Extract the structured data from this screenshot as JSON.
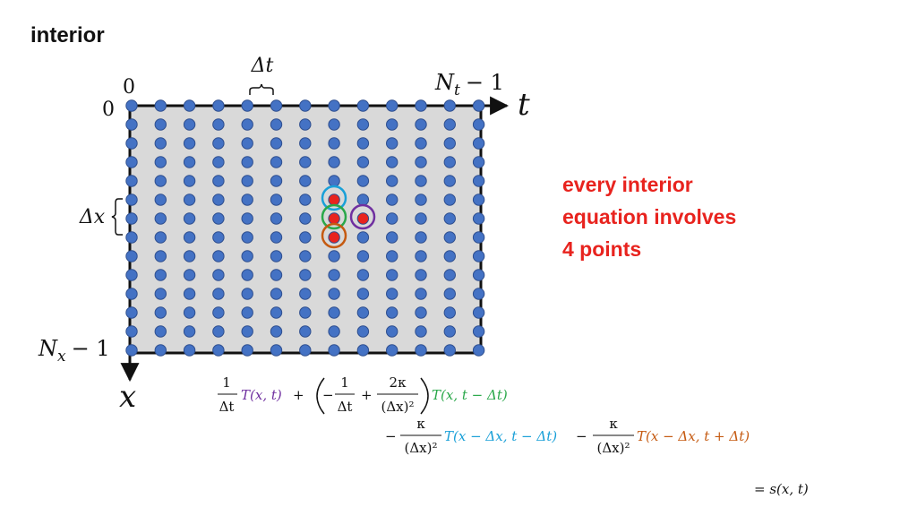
{
  "title": "interior",
  "note": {
    "line1": "every interior",
    "line2": "equation involves",
    "line3": "4 points"
  },
  "axes": {
    "t_label": "t",
    "x_label": "x",
    "origin_t": "0",
    "origin_x": "0",
    "dt": "Δt",
    "dx": "Δx",
    "Nt_main": "N",
    "Nt_sub": "t",
    "Nt_rest": "− 1",
    "Nx_main": "N",
    "Nx_sub": "x",
    "Nx_rest": "− 1"
  },
  "grid": {
    "columns": 13,
    "rows": 14
  },
  "colors": {
    "node": "#4472c4",
    "node_edge": "#2f4f8f",
    "active": "#e8231e",
    "box_fill": "#d9d9d9",
    "purple": "#7030a0",
    "blue": "#1aa0d8",
    "green": "#2aa84a",
    "orange": "#c55a11"
  },
  "equation": {
    "one": "1",
    "dt": "Δt",
    "T_xt": "T(x, t)",
    "plus": "+",
    "minus": "−",
    "two_kappa": "2κ",
    "dx2": "(Δx)²",
    "T_x_tm": "T(x, t − Δt)",
    "kappa": "κ",
    "T_xm_tm": "T(x − Δx, t − Δt)",
    "T_xm_tp": "T(x − Δx, t + Δt)",
    "rhs": "= s(x, t)"
  }
}
